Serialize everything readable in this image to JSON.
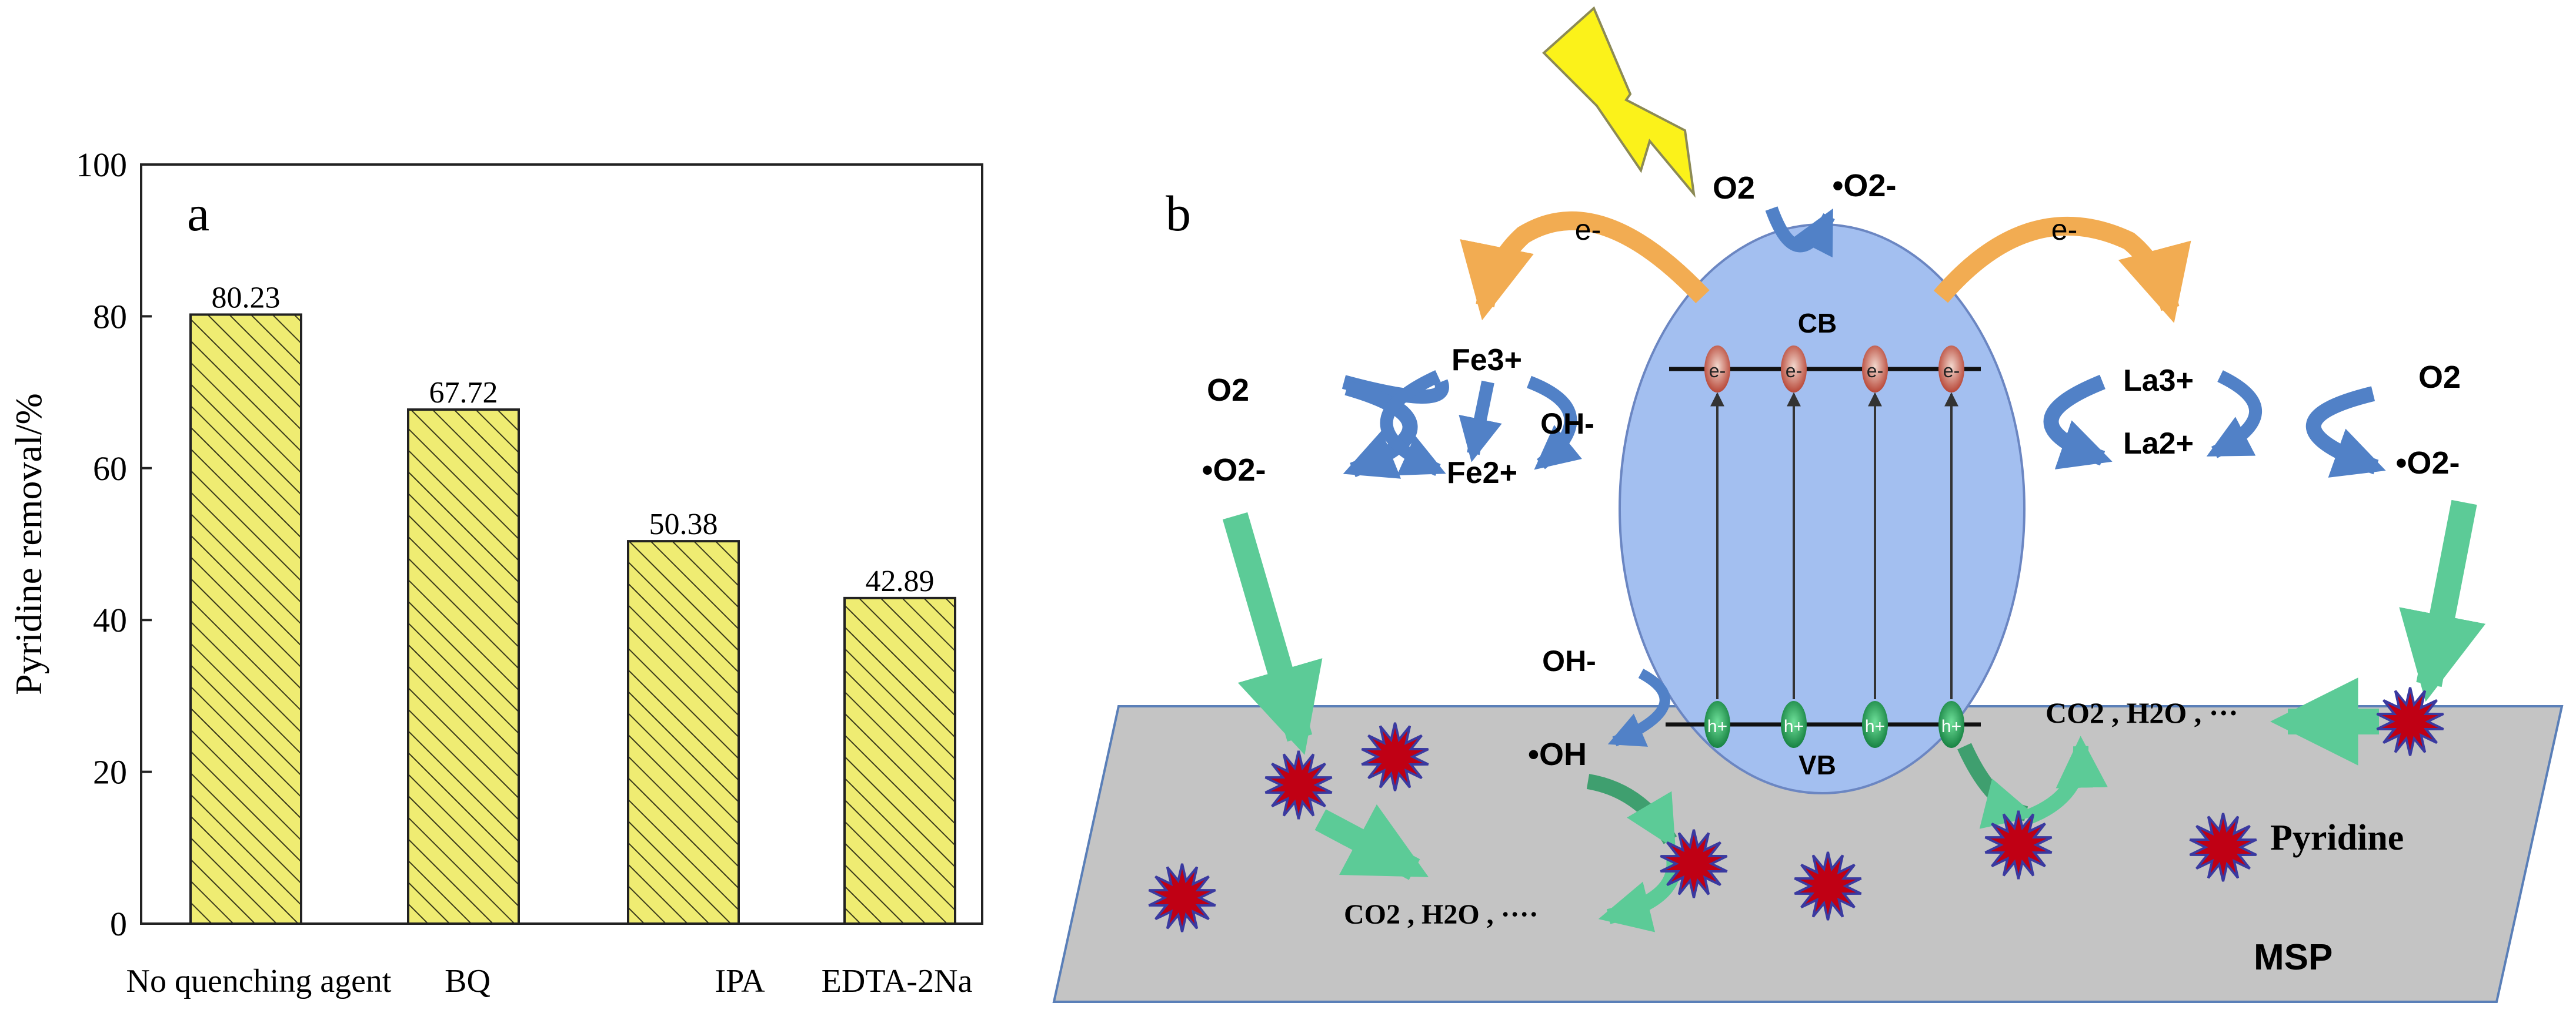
{
  "chart_data": {
    "type": "bar",
    "panel_label": "a",
    "categories": [
      "No quenching agent",
      "BQ",
      "IPA",
      "EDTA-2Na"
    ],
    "values": [
      80.23,
      67.72,
      50.38,
      42.89
    ],
    "value_labels": [
      "80.23",
      "67.72",
      "50.38",
      "42.89"
    ],
    "ylabel": "Pyridine removal/%",
    "xlabel": "",
    "title": "",
    "ylim": [
      0,
      100
    ],
    "yticks": [
      "0",
      "20",
      "40",
      "60",
      "80",
      "100"
    ],
    "bar_fill": "#efec72",
    "bar_hatch": "diagonal",
    "grid": false
  },
  "diagram": {
    "panel_label": "b",
    "electron_left": "e-",
    "electron_right": "e-",
    "o2_top": "O2",
    "superoxide_top": "•O2-",
    "cb": "CB",
    "vb": "VB",
    "electron_particle": "e-",
    "hole_particle": "h+",
    "fe3": "Fe3+",
    "fe2": "Fe2+",
    "oh_minus_fe": "OH-",
    "o2_left": "O2",
    "superoxide_left": "•O2-",
    "la3": "La3+",
    "la2": "La2+",
    "o2_right": "O2",
    "superoxide_right": "•O2-",
    "oh_minus_vb": "OH-",
    "hydroxyl": "•OH",
    "products_right": "CO2 , H2O , ···",
    "products_left": "CO2 , H2O , ····",
    "pyridine_legend": "Pyridine",
    "substrate": "MSP",
    "colors": {
      "sphere": "#a3bff0",
      "substrate": "#c4c4c4",
      "blue_arrow": "#5181c7",
      "orange_arrow": "#f2ac52",
      "green_arrow": "#5ccb97",
      "star": "#c00014",
      "lightning": "#fbf21a"
    }
  }
}
